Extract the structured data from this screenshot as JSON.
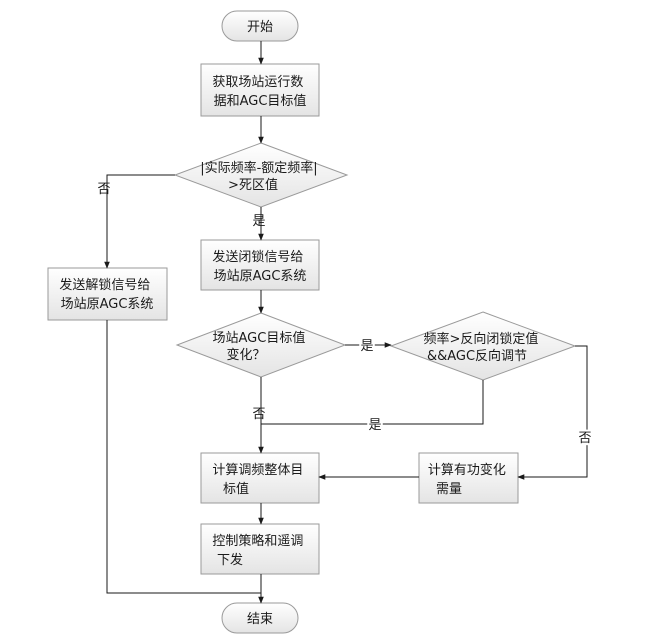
{
  "nodes": {
    "start": "开始",
    "get_data": [
      "获取场站运行数",
      "据和AGC目标值"
    ],
    "decision_freq": [
      "|实际频率-额定频率|",
      ">死区值"
    ],
    "send_lock": [
      "发送闭锁信号给",
      "场站原AGC系统"
    ],
    "send_unlock": [
      "发送解锁信号给",
      "场站原AGC系统"
    ],
    "decision_agc": [
      "场站AGC目标值",
      "变化？"
    ],
    "decision_reverse": [
      "频率>反向闭锁定值",
      "&&AGC反向调节"
    ],
    "calc_target": [
      "计算调频整体目",
      "标值"
    ],
    "calc_power": [
      "计算有功变化",
      "需量"
    ],
    "control": [
      "控制策略和遥调",
      "下发"
    ],
    "end": "结束"
  },
  "edges": {
    "freq_no": "否",
    "freq_yes": "是",
    "agc_yes": "是",
    "agc_no": "否",
    "reverse_yes": "是",
    "reverse_no": "否"
  }
}
